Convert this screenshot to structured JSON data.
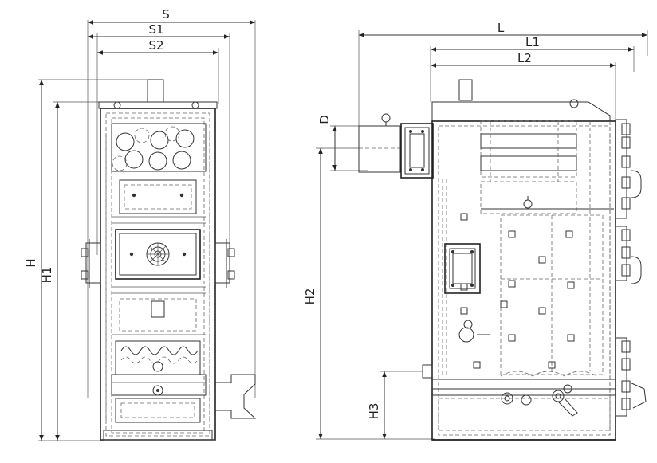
{
  "front_view": {
    "dimensions": {
      "width_total": "S",
      "width_1": "S1",
      "width_2": "S2",
      "height_total": "H",
      "height_1": "H1"
    }
  },
  "side_view": {
    "dimensions": {
      "length_total": "L",
      "length_1": "L1",
      "length_2": "L2",
      "flue_diameter": "D",
      "flue_height": "H2",
      "return_height": "H3"
    }
  }
}
